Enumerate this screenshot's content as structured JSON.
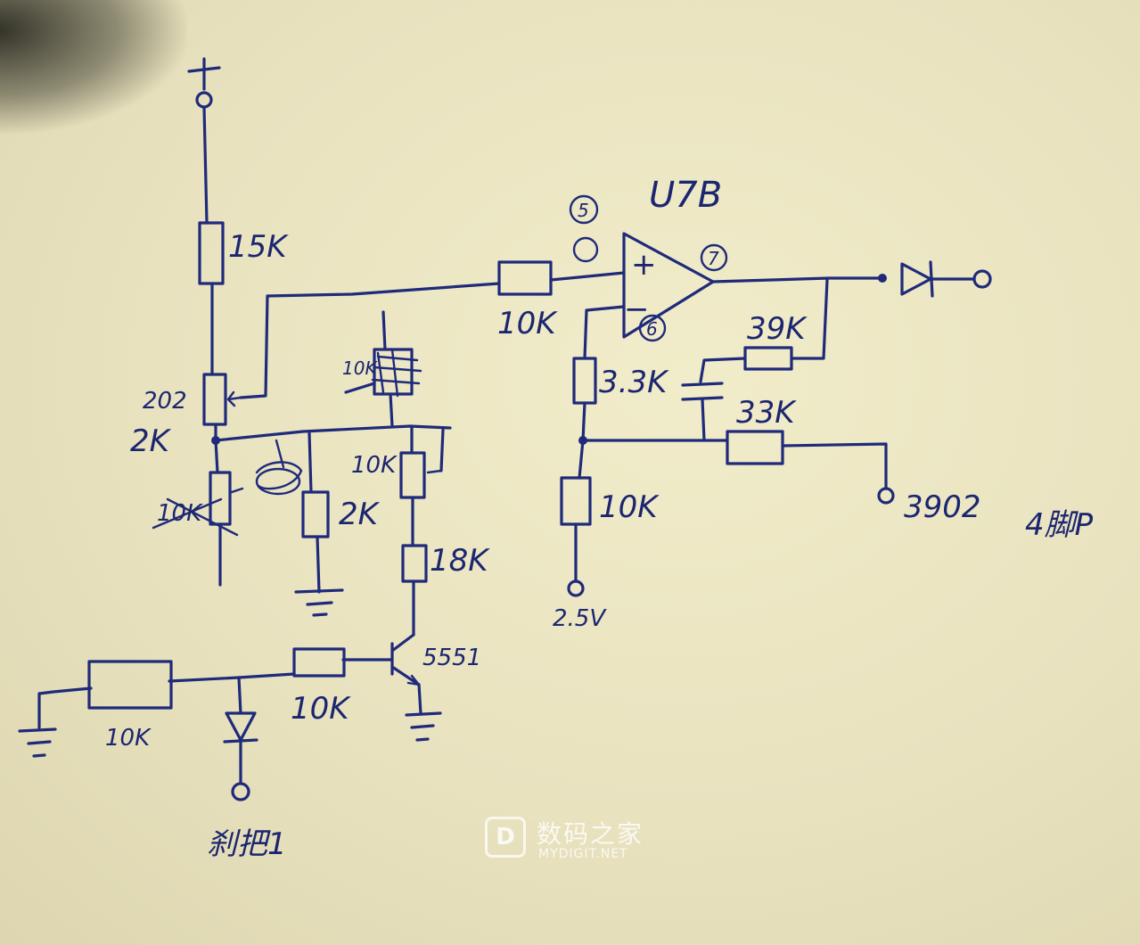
{
  "labels": {
    "supply_plus": "+",
    "r_top": "15K",
    "pot_2k_a": "202",
    "pot_2k_b": "2K",
    "pot_10k_left": "10K",
    "r_2k": "2K",
    "pot_10k_top": "10K",
    "pot_10k_mid": "10K",
    "r_18k": "18K",
    "transistor": "5551",
    "r_in": "10K",
    "r_base": "10K",
    "input": "刹把1",
    "opamp_name": "U7B",
    "pin5": "5",
    "pin6": "6",
    "pin7": "7",
    "plus_sign": "+",
    "minus_sign": "−",
    "r_noninv": "10K",
    "r_33": "3.3K",
    "r_10k_gnd": "10K",
    "ref_voltage": "2.5V",
    "r_39k": "39K",
    "r_33k": "33K",
    "out_3902": "3902",
    "out_pin": "4脚P"
  },
  "watermark": {
    "logo": "D",
    "title": "数码之家",
    "sub": "MYDIGIT.NET"
  },
  "colors": {
    "ink": "#1f2a7a",
    "paper": "#ece6c4"
  }
}
